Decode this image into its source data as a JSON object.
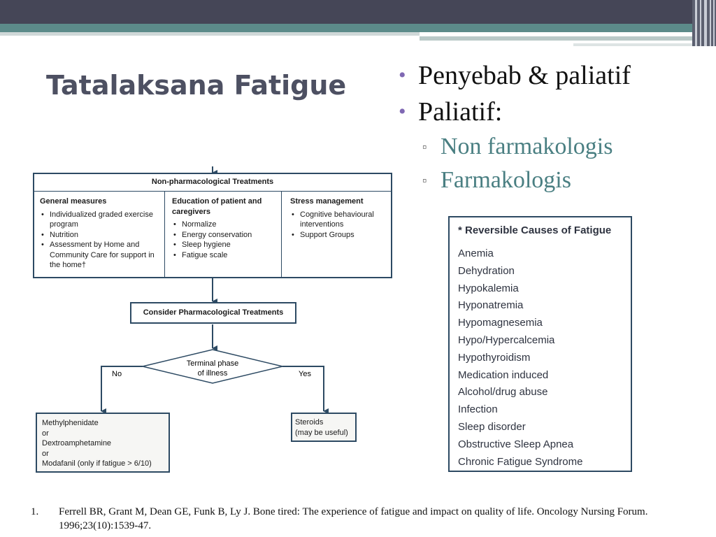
{
  "slide": {
    "title": "Tatalaksana Fatigue",
    "bullets": [
      {
        "level": 1,
        "text": "Penyebab & paliatif"
      },
      {
        "level": 1,
        "text": "Paliatif:"
      },
      {
        "level": 2,
        "text": "Non farmakologis"
      },
      {
        "level": 2,
        "text": "Farmakologis"
      }
    ],
    "colors": {
      "header_dark": "#454657",
      "header_teal": "#5c8b8a",
      "bullet": "#7f68b3",
      "sub_text": "#4a7f82",
      "box_border": "#2d4a63"
    }
  },
  "flowchart": {
    "non_pharm_title": "Non-pharmacological Treatments",
    "general": {
      "heading": "General measures",
      "items": [
        "Individualized graded exercise program",
        "Nutrition",
        "Assessment by Home and Community Care for support in the home†"
      ]
    },
    "education": {
      "heading": "Education of patient and caregivers",
      "items": [
        "Normalize",
        "Energy conservation",
        "Sleep hygiene",
        "Fatigue scale"
      ]
    },
    "stress": {
      "heading": "Stress management",
      "items": [
        "Cognitive behavioural interventions",
        "Support Groups"
      ]
    },
    "consider": "Consider Pharmacological Treatments",
    "decision": {
      "line1": "Terminal phase",
      "line2": "of illness"
    },
    "no_label": "No",
    "yes_label": "Yes",
    "no_outcome": [
      "Methylphenidate",
      "or",
      "Dextroamphetamine",
      "or",
      "Modafanil (only if fatigue > 6/10)"
    ],
    "yes_outcome": [
      "Steroids",
      "(may be useful)"
    ]
  },
  "causes": {
    "heading": "* Reversible Causes of Fatigue",
    "items": [
      "Anemia",
      "Dehydration",
      "Hypokalemia",
      "Hyponatremia",
      "Hypomagnesemia",
      "Hypo/Hypercalcemia",
      "Hypothyroidism",
      "Medication induced",
      "Alcohol/drug abuse",
      "Infection",
      "Sleep disorder",
      "Obstructive Sleep Apnea",
      "Chronic Fatigue Syndrome"
    ]
  },
  "footnote": {
    "number": "1.",
    "text": "Ferrell BR, Grant M, Dean GE, Funk B, Ly J. Bone tired: The experience of fatigue and impact on quality of life. Oncology Nursing Forum. 1996;23(10):1539-47."
  }
}
